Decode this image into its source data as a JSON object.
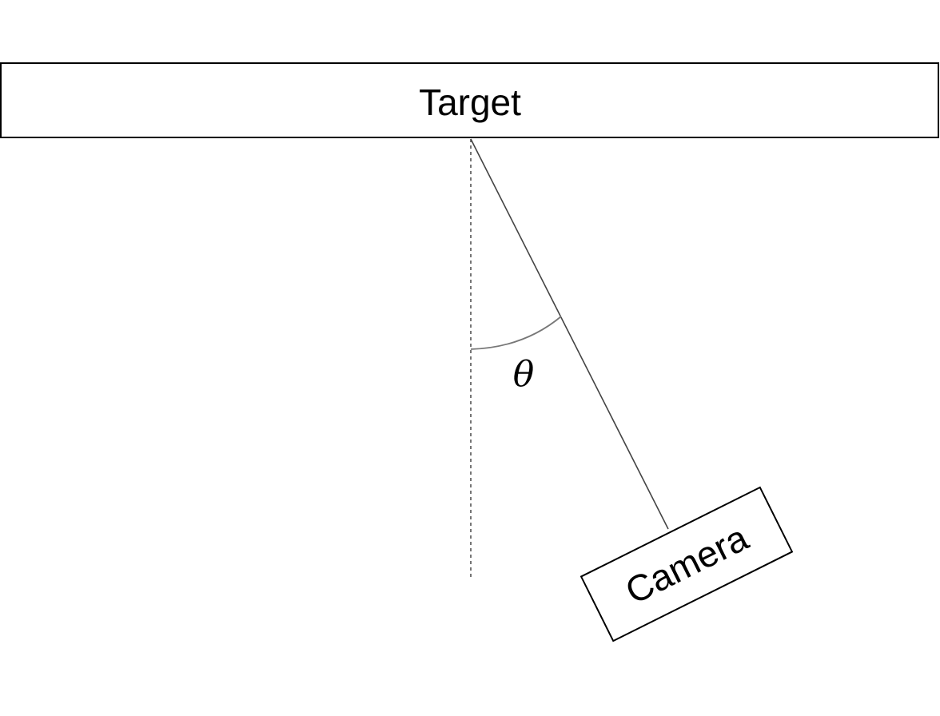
{
  "diagram": {
    "target_label": "Target",
    "camera_label": "Camera",
    "angle_label": "θ"
  },
  "colors": {
    "stroke": "#000000",
    "line": "#444444",
    "dashed": "#555555",
    "arc": "#777777",
    "background": "#ffffff"
  }
}
